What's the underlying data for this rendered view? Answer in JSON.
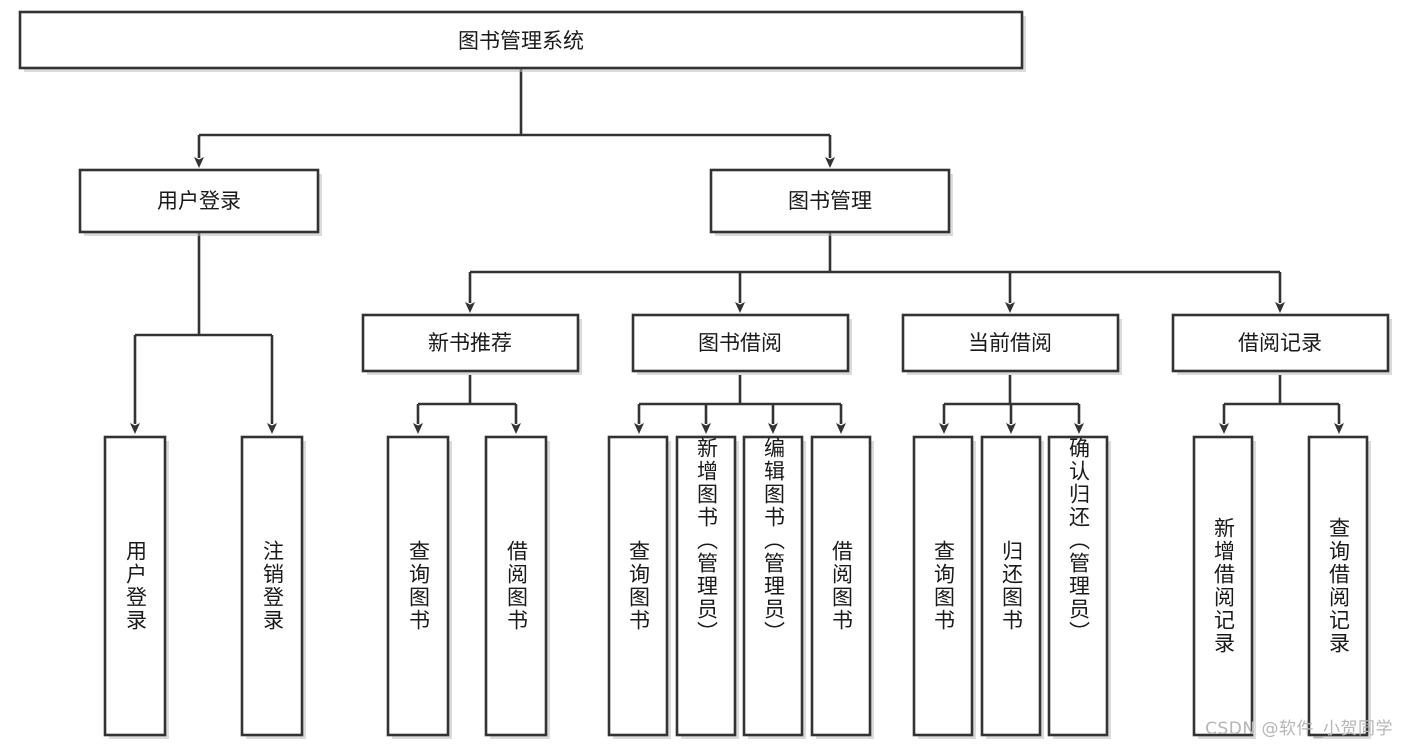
{
  "diagram": {
    "title": "图书管理系统",
    "type": "hierarchy-tree",
    "colors": {
      "box_fill": "#ffffff",
      "box_stroke": "#333333",
      "text": "#1a1a1a",
      "watermark": "#b6b6b6",
      "background": "#ffffff"
    },
    "root": {
      "label": "图书管理系统"
    },
    "level2": [
      {
        "label": "用户登录"
      },
      {
        "label": "图书管理"
      }
    ],
    "level3": [
      {
        "label": "新书推荐"
      },
      {
        "label": "图书借阅"
      },
      {
        "label": "当前借阅"
      },
      {
        "label": "借阅记录"
      }
    ],
    "leaves": {
      "user_login": [
        {
          "label": "用户登录"
        },
        {
          "label": "注销登录"
        }
      ],
      "new_book_recommend": [
        {
          "label": "查询图书"
        },
        {
          "label": "借阅图书"
        }
      ],
      "book_borrow": [
        {
          "label": "查询图书"
        },
        {
          "label": "新增图书（管理员）"
        },
        {
          "label": "编辑图书（管理员）"
        },
        {
          "label": "借阅图书"
        }
      ],
      "current_borrow": [
        {
          "label": "查询图书"
        },
        {
          "label": "归还图书"
        },
        {
          "label": "确认归还（管理员）"
        }
      ],
      "borrow_record": [
        {
          "label": "新增借阅记录"
        },
        {
          "label": "查询借阅记录"
        }
      ]
    }
  },
  "watermark": {
    "text": "CSDN @软件_小贺同学"
  }
}
